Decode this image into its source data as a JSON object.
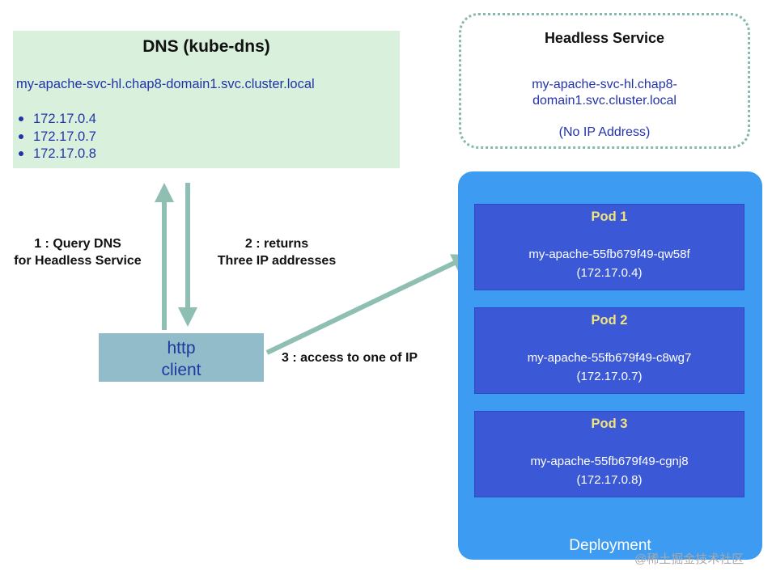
{
  "dns": {
    "title": "DNS (kube-dns)",
    "record": "my-apache-svc-hl.chap8-domain1.svc.cluster.local",
    "ips": [
      "172.17.0.4",
      "172.17.0.7",
      "172.17.0.8"
    ]
  },
  "headless": {
    "title": "Headless Service",
    "dns_line1": "my-apache-svc-hl.chap8-",
    "dns_line2": "domain1.svc.cluster.local",
    "no_ip": "(No IP Address)"
  },
  "steps": {
    "query_line1": "1 : Query DNS",
    "query_line2": "for Headless Service",
    "returns_line1": "2 : returns",
    "returns_line2": "Three IP addresses",
    "access": "3 : access to one of IP"
  },
  "client": {
    "line1": "http",
    "line2": "client"
  },
  "deployment": {
    "label": "Deployment",
    "pods": [
      {
        "name": "Pod 1",
        "id": "my-apache-55fb679f49-qw58f",
        "ip": "(172.17.0.4)"
      },
      {
        "name": "Pod 2",
        "id": "my-apache-55fb679f49-c8wg7",
        "ip": "(172.17.0.7)"
      },
      {
        "name": "Pod 3",
        "id": "my-apache-55fb679f49-cgnj8",
        "ip": "(172.17.0.8)"
      }
    ]
  },
  "watermark": "@稀土掘金技术社区",
  "colors": {
    "dns_bg": "#d9f1dc",
    "deployment_bg": "#3e9bf2",
    "pod_bg": "#3b59d6",
    "pod_title": "#f2e47a",
    "client_bg": "#93bccb",
    "arrow": "#8fbfb3",
    "text_blue": "#2233aa"
  }
}
